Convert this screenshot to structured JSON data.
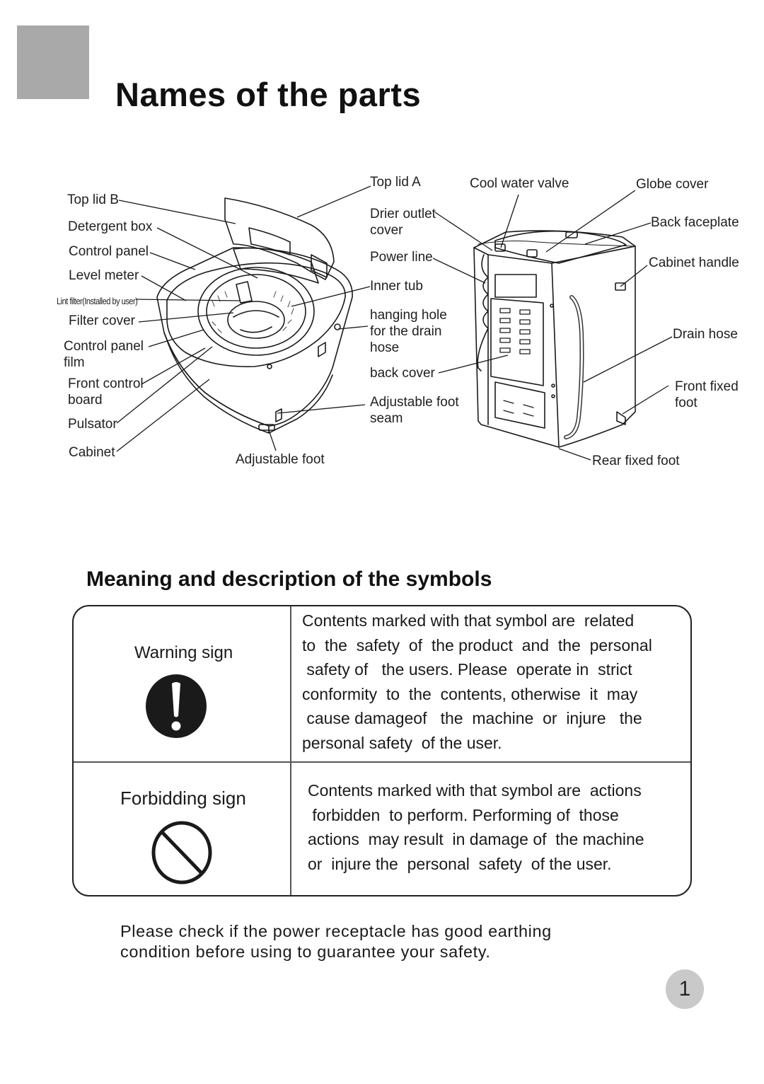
{
  "header": {
    "title": "Names of the parts"
  },
  "front_labels": {
    "top_lid_b": "Top lid B",
    "detergent_box": "Detergent box",
    "control_panel": "Control panel",
    "level_meter": "Level meter",
    "lint_filter": "Lint filter(Installed by user)",
    "filter_cover": "Filter cover",
    "control_panel_film": "Control panel\nfilm",
    "front_control_board": "Front control\nboard",
    "pulsator": "Pulsator",
    "cabinet": "Cabinet",
    "adjustable_foot": "Adjustable foot"
  },
  "middle_labels": {
    "top_lid_a": "Top lid A",
    "drier_outlet_cover": "Drier outlet\ncover",
    "power_line": "Power line",
    "inner_tub": "Inner tub",
    "hanging_hole": "hanging hole\nfor the drain\nhose",
    "back_cover": "back cover",
    "adjustable_foot_seam": "Adjustable foot\nseam"
  },
  "rear_labels": {
    "cool_water_valve": "Cool water valve",
    "globe_cover": "Globe cover",
    "back_faceplate": "Back faceplate",
    "cabinet_handle": "Cabinet handle",
    "drain_hose": "Drain hose",
    "front_fixed_foot": "Front fixed\nfoot",
    "rear_fixed_foot": "Rear fixed foot"
  },
  "symbols_section": {
    "title": "Meaning and description of the symbols",
    "warning": {
      "name": "Warning sign",
      "icon": "exclamation-circle-icon",
      "lines": [
        "Contents marked with that symbol are  related",
        "to  the  safety  of  the product  and  the  personal",
        " safety of   the users. Please  operate in  strict",
        "conformity  to  the  contents, otherwise  it  may",
        " cause damageof   the  machine  or  injure   the",
        "personal safety  of the user."
      ]
    },
    "forbidding": {
      "name": "Forbidding sign",
      "icon": "prohibition-circle-icon",
      "lines": [
        "Contents marked with that symbol are  actions",
        " forbidden  to perform. Performing of  those",
        "actions  may result  in damage of  the machine",
        "or  injure the  personal  safety  of the user."
      ]
    }
  },
  "footer": {
    "note_line1": "Please check if the power receptacle has good earthing",
    "note_line2": "condition before using to guarantee your safety.",
    "page_number": "1"
  }
}
